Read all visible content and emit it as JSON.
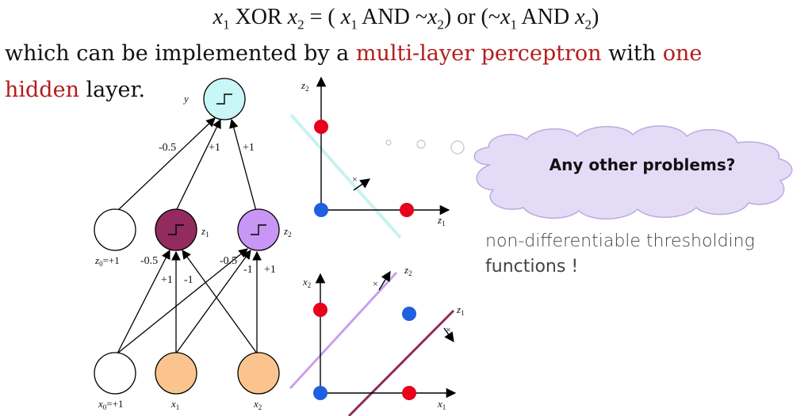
{
  "formula": {
    "lhs_a": "x",
    "lhs_a_sub": "1",
    "op": " XOR ",
    "lhs_b": "x",
    "lhs_b_sub": "2",
    "eq": " = ( ",
    "t1": "x",
    "t1_sub": "1",
    "and1": " AND ~",
    "t2": "x",
    "t2_sub": "2",
    "mid": ") or (~",
    "t3": "x",
    "t3_sub": "1",
    "and2": " AND ",
    "t4": "x",
    "t4_sub": "2",
    "end": ")"
  },
  "text": {
    "l1_a": "which can be implemented by a ",
    "l1_b": "multi-layer perceptron",
    "l1_c": " with ",
    "l1_d": "one",
    "l2_a": "hidden",
    "l2_b": " layer."
  },
  "cloud": {
    "label": "Any other problems?"
  },
  "note": {
    "a": "non-differentiable",
    "b": " thresholding",
    "c": "functions !"
  },
  "network": {
    "output_label": "y",
    "w_top": [
      "-0.5",
      "+1",
      "+1"
    ],
    "w_z1": [
      "-0.5",
      "+1",
      "-1"
    ],
    "w_z2": [
      "-0.5",
      "-1",
      "+1"
    ],
    "hidden": {
      "bias": "z",
      "bias_sub": "0",
      "bias_val": "=+1",
      "z1": "z",
      "z1_sub": "1",
      "z2": "z",
      "z2_sub": "2"
    },
    "input": {
      "bias": "x",
      "bias_sub": "0",
      "bias_val": "=+1",
      "x1": "x",
      "x1_sub": "1",
      "x2": "x",
      "x2_sub": "2"
    }
  },
  "plots": {
    "top": {
      "ylab": "z",
      "ylab_sub": "2",
      "xlab": "z",
      "xlab_sub": "1"
    },
    "bottom": {
      "ylab": "x",
      "ylab_sub": "2",
      "xlab": "x",
      "xlab_sub": "1",
      "line_a": "z",
      "line_a_sub": "2",
      "line_b": "z",
      "line_b_sub": "1"
    }
  },
  "colors": {
    "red_text": "#b51c1c",
    "point_red": "#e8001c",
    "point_blue": "#1f5fe0",
    "output_node": "#c9f6f6",
    "z1_node": "#922b5e",
    "z2_node": "#c896f4",
    "input_node": "#fbc48e",
    "cyan_line": "#c8f2f2",
    "violet_line": "#c9a0ec",
    "maroon_line": "#8e2b5c",
    "cloud_fill": "#e4dcf7",
    "cloud_stroke": "#b9abe0"
  }
}
